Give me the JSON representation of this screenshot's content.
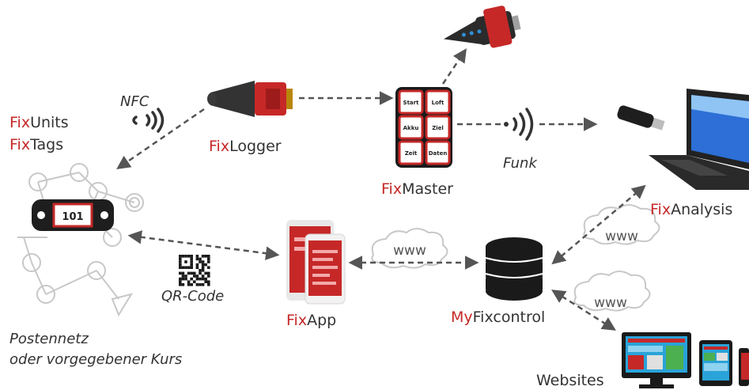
{
  "colors": {
    "accent": "#c62828",
    "text": "#333333",
    "arrow": "#555555",
    "line": "#c8c8c8"
  },
  "labels": {
    "fixunits": {
      "prefix": "Fix",
      "suffix": "Units"
    },
    "fixtags": {
      "prefix": "Fix",
      "suffix": "Tags"
    },
    "nfc": "NFC",
    "fixlogger": {
      "prefix": "Fix",
      "suffix": "Logger"
    },
    "fixmaster": {
      "prefix": "Fix",
      "suffix": "Master"
    },
    "funk": "Funk",
    "fixanalysis": {
      "prefix": "Fix",
      "suffix": "Analysis"
    },
    "fixapp": {
      "prefix": "Fix",
      "suffix": "App"
    },
    "myfixcontrol": {
      "prefix": "My",
      "suffix": "Fixcontrol"
    },
    "qr_code": "QR-Code",
    "postennetz_line1": "Postennetz",
    "postennetz_line2": "oder vorgegebener Kurs",
    "websites": "Websites"
  },
  "tag_number": "101",
  "clouds": [
    "www",
    "www",
    "www"
  ],
  "master_buttons": [
    "Start",
    "Loft",
    "Akku",
    "Ziel",
    "Zeit",
    "Daten"
  ],
  "icons": [
    "nfc-waves-icon",
    "radio-waves-icon",
    "usb-stick-icon",
    "laptop-icon",
    "smartphone-icon",
    "database-icon",
    "qr-code-icon",
    "monitor-icon",
    "tablet-icon"
  ]
}
